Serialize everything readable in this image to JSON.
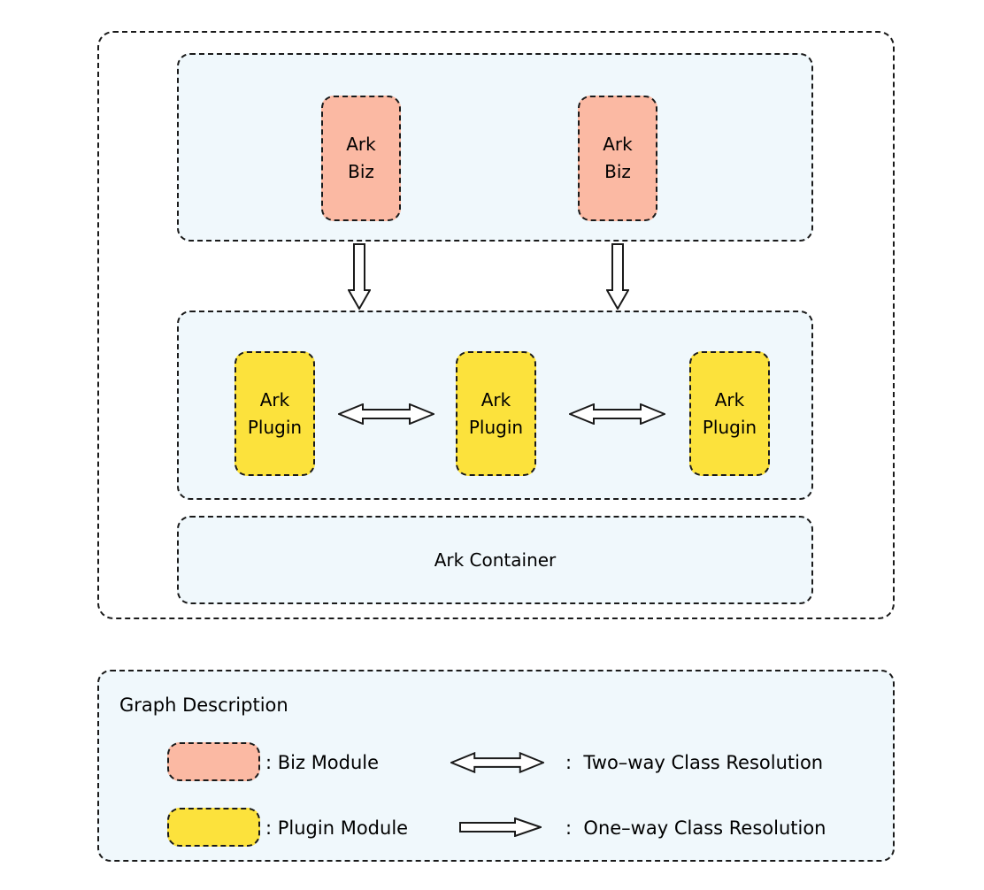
{
  "colors": {
    "biz": "#FBB9A3",
    "plugin": "#FCE23C",
    "section_bg": "#F0F8FC",
    "border": "#1A1A1A"
  },
  "diagram": {
    "biz_layer": {
      "boxes": [
        {
          "label": "Ark\nBiz"
        },
        {
          "label": "Ark\nBiz"
        }
      ]
    },
    "plugin_layer": {
      "boxes": [
        {
          "label": "Ark\nPlugin"
        },
        {
          "label": "Ark\nPlugin"
        },
        {
          "label": "Ark\nPlugin"
        }
      ]
    },
    "container": {
      "label": "Ark Container"
    },
    "arrows": {
      "biz_to_plugin": "one-way-down-arrow",
      "plugin_to_plugin": "two-way-horizontal-arrow"
    }
  },
  "legend": {
    "title": "Graph Description",
    "items": [
      {
        "swatch": "biz-module-swatch",
        "color": "#FBB9A3",
        "label": ": Biz Module"
      },
      {
        "icon": "two-way-arrow-icon",
        "shape": "hollow-double-arrow",
        "label": ":  Two–way Class Resolution"
      },
      {
        "swatch": "plugin-module-swatch",
        "color": "#FCE23C",
        "label": ": Plugin Module"
      },
      {
        "icon": "one-way-arrow-icon",
        "shape": "hollow-single-arrow",
        "label": ":  One–way Class Resolution"
      }
    ]
  }
}
